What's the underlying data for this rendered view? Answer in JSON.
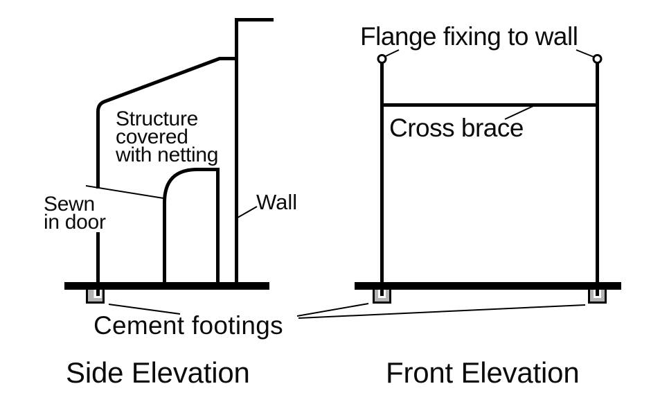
{
  "diagram": {
    "side": {
      "title": "Side Elevation",
      "structure_label": [
        "Structure",
        "covered",
        "with netting"
      ],
      "door_label": [
        "Sewn",
        "in door"
      ],
      "wall_label": "Wall"
    },
    "front": {
      "title": "Front Elevation",
      "flange_label": "Flange fixing to wall",
      "brace_label": "Cross brace"
    },
    "footings_label": "Cement footings",
    "colors": {
      "line": "#000000",
      "text": "#0b0b0b",
      "footing_fill": "#b3b3b3",
      "background": "#ffffff"
    }
  }
}
